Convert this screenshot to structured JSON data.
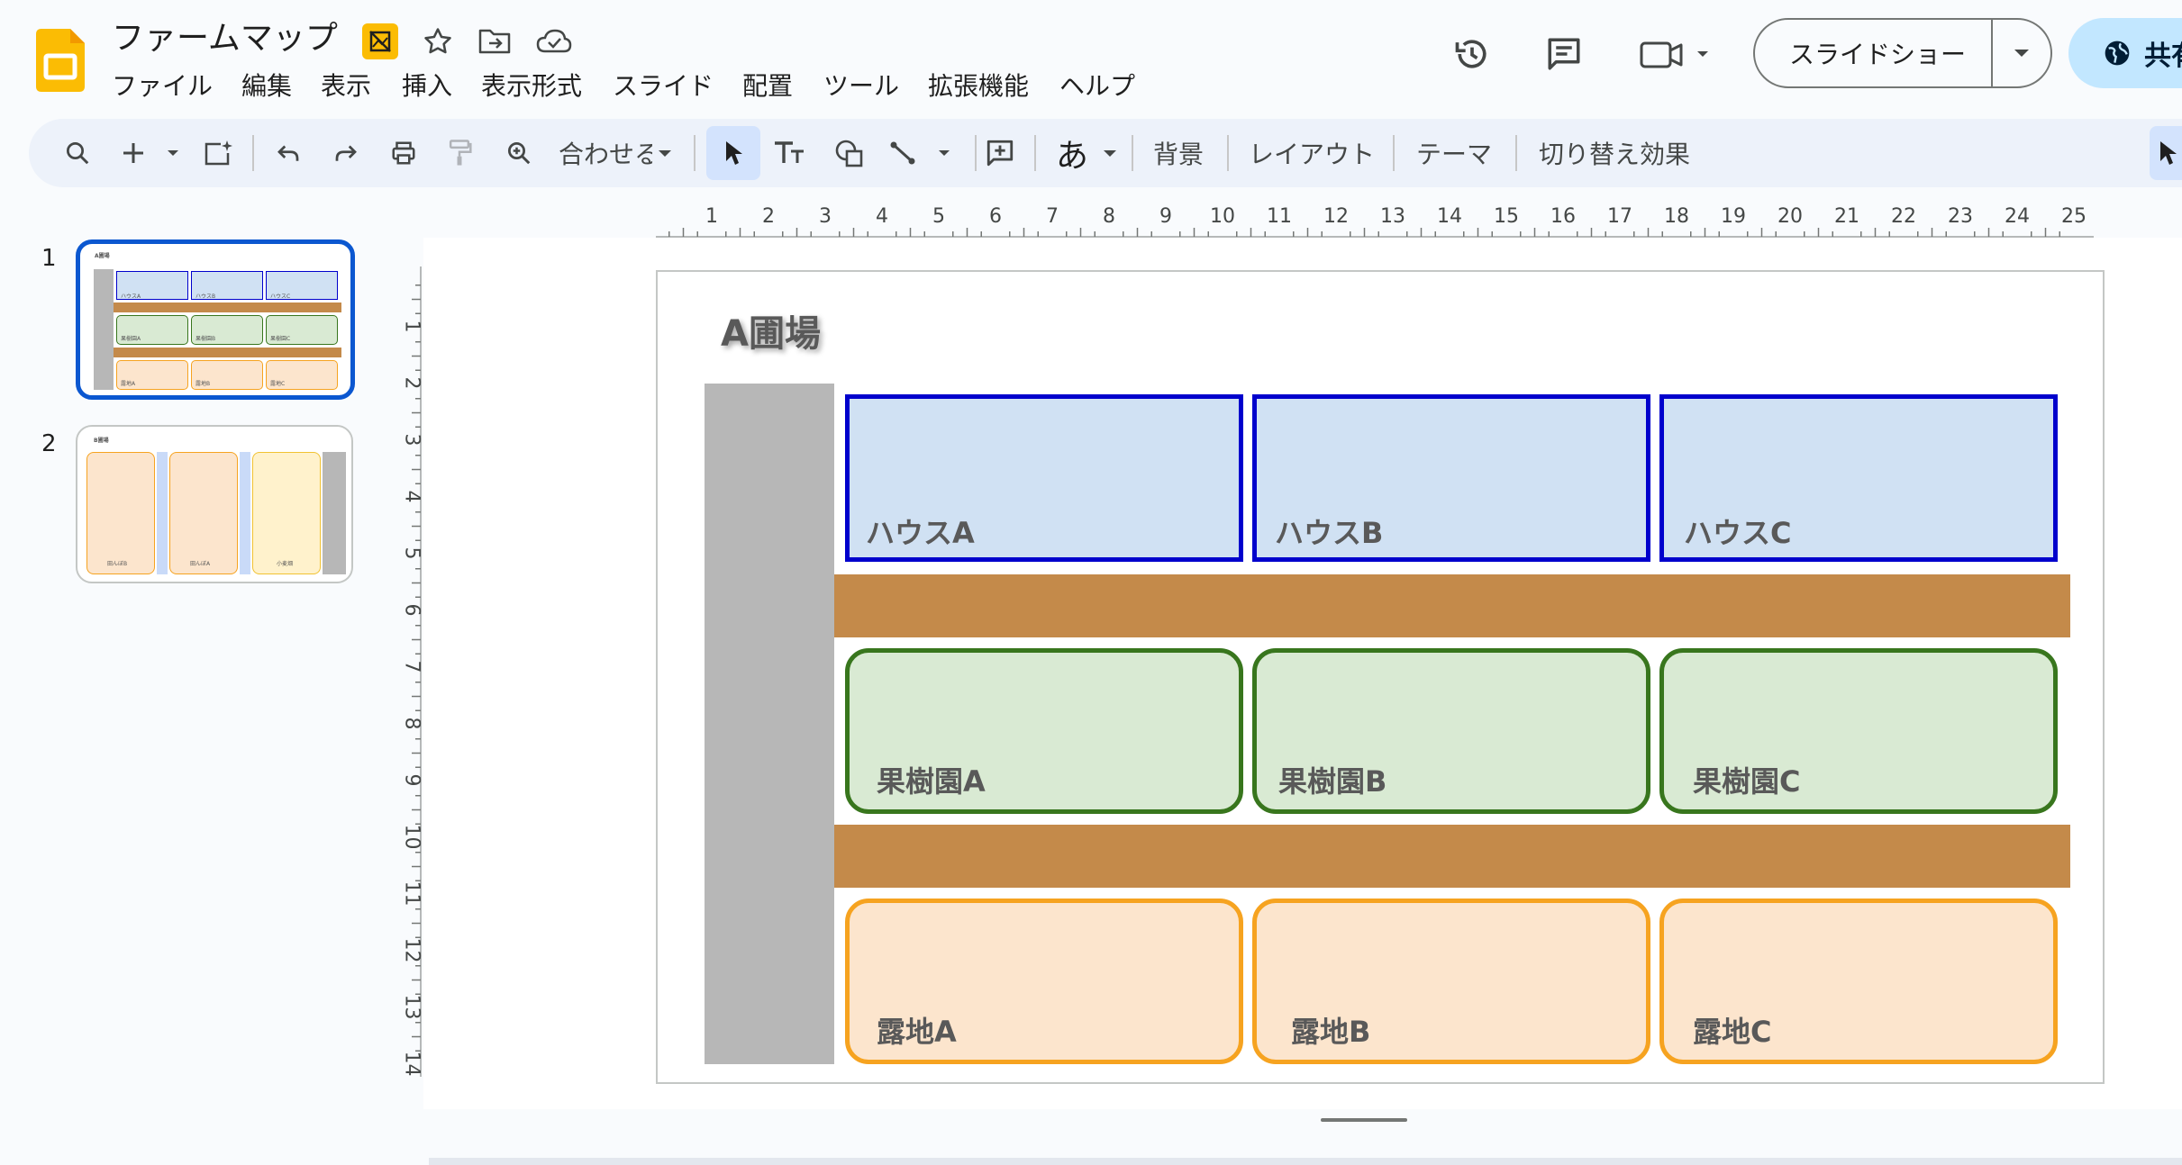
{
  "app": {
    "title": "ファームマップ"
  },
  "menu": [
    "ファイル",
    "編集",
    "表示",
    "挿入",
    "表示形式",
    "スライド",
    "配置",
    "ツール",
    "拡張機能",
    "ヘルプ"
  ],
  "header": {
    "slideshow_label": "スライドショー",
    "share_label": "共有"
  },
  "toolbar": {
    "zoom_label": "合わせる",
    "input_label": "あ",
    "background_label": "背景",
    "layout_label": "レイアウト",
    "theme_label": "テーマ",
    "transition_label": "切り替え効果"
  },
  "filmstrip": {
    "slides": [
      {
        "number": "1",
        "title": "A圃場",
        "labels": [
          "ハウスA",
          "ハウスB",
          "ハウスC",
          "果樹園A",
          "果樹園B",
          "果樹園C",
          "露地A",
          "露地B",
          "露地C"
        ]
      },
      {
        "number": "2",
        "title": "B圃場",
        "labels": [
          "田んぼB",
          "田んぼA",
          "小麦畑"
        ]
      }
    ]
  },
  "ruler": {
    "horizontal": [
      "1",
      "2",
      "3",
      "4",
      "5",
      "6",
      "7",
      "8",
      "9",
      "10",
      "11",
      "12",
      "13",
      "14",
      "15",
      "16",
      "17",
      "18",
      "19",
      "20",
      "21",
      "22",
      "23",
      "24",
      "25"
    ],
    "vertical": [
      "1",
      "2",
      "3",
      "4",
      "5",
      "6",
      "7",
      "8",
      "9",
      "10",
      "11",
      "12",
      "13",
      "14"
    ]
  },
  "slide": {
    "title": "A圃場",
    "houses": [
      "ハウスA",
      "ハウスB",
      "ハウスC"
    ],
    "orchards": [
      "果樹園A",
      "果樹園B",
      "果樹園C"
    ],
    "fields": [
      "露地A",
      "露地B",
      "露地C"
    ]
  },
  "colors": {
    "house_fill": "#d0e1f3",
    "house_border": "#0000cc",
    "orchard_fill": "#d9ead3",
    "orchard_border": "#38761d",
    "field_fill": "#fce5cd",
    "field_border": "#f6a320",
    "road": "#c48a4a",
    "path": "#b7b7b7",
    "accent": "#0b57d0"
  },
  "icons": [
    "slides-logo-icon",
    "no-image-icon",
    "star-icon",
    "move-folder-icon",
    "cloud-saved-icon",
    "history-icon",
    "comment-icon",
    "video-camera-icon",
    "globe-icon"
  ]
}
